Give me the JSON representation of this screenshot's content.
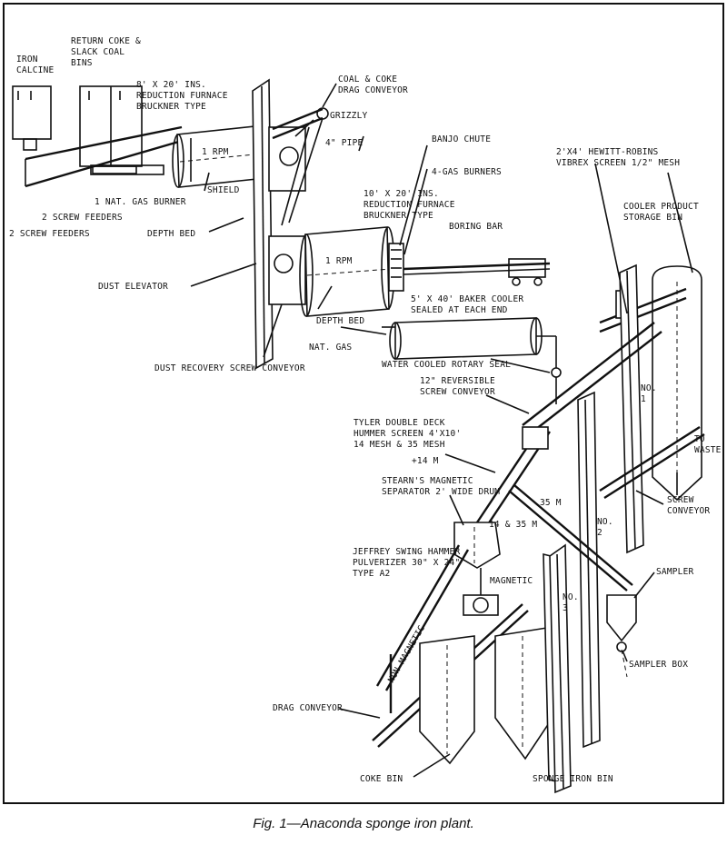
{
  "caption": "Fig. 1—Anaconda sponge iron plant.",
  "labels": {
    "iron_calcine": [
      "IRON",
      "CALCINE"
    ],
    "return_coke": [
      "RETURN COKE &",
      "SLACK COAL",
      "BINS"
    ],
    "furnace1": [
      "8' X 20' INS.",
      "REDUCTION FURNACE",
      "BRUCKNER TYPE"
    ],
    "drag_conveyor_top": [
      "COAL & COKE",
      "DRAG CONVEYOR"
    ],
    "grizzly": "GRIZZLY",
    "pipe": "4\" PIPE",
    "banjo_chute": "BANJO CHUTE",
    "gas_burners": "4-GAS BURNERS",
    "rpm1": "1 RPM",
    "gas_burner": "1 NAT. GAS BURNER",
    "shield": "SHIELD",
    "screw_feeders_a": "2 SCREW FEEDERS",
    "screw_feeders_b": "2 SCREW FEEDERS",
    "depth_bed_1": "DEPTH BED",
    "furnace2": [
      "10' X 20' INS.",
      "REDUCTION FURNACE",
      "BRUCKNER TYPE"
    ],
    "rpm2": "1 RPM",
    "boring_bar": "BORING BAR",
    "dust_elevator": "DUST ELEVATOR",
    "depth_bed_2": "DEPTH BED",
    "baker_cooler": [
      "5' X 40' BAKER COOLER",
      "SEALED AT EACH END"
    ],
    "nat_gas": "NAT. GAS",
    "dust_recovery": "DUST RECOVERY SCREW CONVEYOR",
    "water_seal": "WATER COOLED ROTARY SEAL",
    "reversible": [
      "12\" REVERSIBLE",
      "SCREW CONVEYOR"
    ],
    "hummer": [
      "TYLER DOUBLE DECK",
      "HUMMER SCREEN  4'X10'",
      "14 MESH & 35 MESH"
    ],
    "plus14": "+14 M",
    "stearns": [
      "STEARN'S MAGNETIC",
      "SEPARATOR 2' WIDE DRUM"
    ],
    "m14_35": "14 & 35 M",
    "m35": "35 M",
    "jeffrey": [
      "JEFFREY SWING HAMMER",
      "PULVERIZER 30\" X 24\"",
      "TYPE A2"
    ],
    "magnetic": "MAGNETIC",
    "non_magnetic": "NON-MAGNETIC",
    "vibrex": [
      "2'X4' HEWITT-ROBINS",
      "VIBREX SCREEN 1/2\" MESH"
    ],
    "cooler_product": [
      "COOLER PRODUCT",
      "STORAGE BIN"
    ],
    "no1": [
      "NO.",
      "1"
    ],
    "no2": [
      "NO.",
      "2"
    ],
    "no3": [
      "NO.",
      "3"
    ],
    "to_waste": [
      "TO",
      "WASTE"
    ],
    "screw_conveyor": [
      "SCREW",
      "CONVEYOR"
    ],
    "sampler": "SAMPLER",
    "sampler_box": "SAMPLER BOX",
    "drag_conveyor": "DRAG CONVEYOR",
    "coke_bin": "COKE BIN",
    "sponge_bin": "SPONGE IRON BIN"
  }
}
